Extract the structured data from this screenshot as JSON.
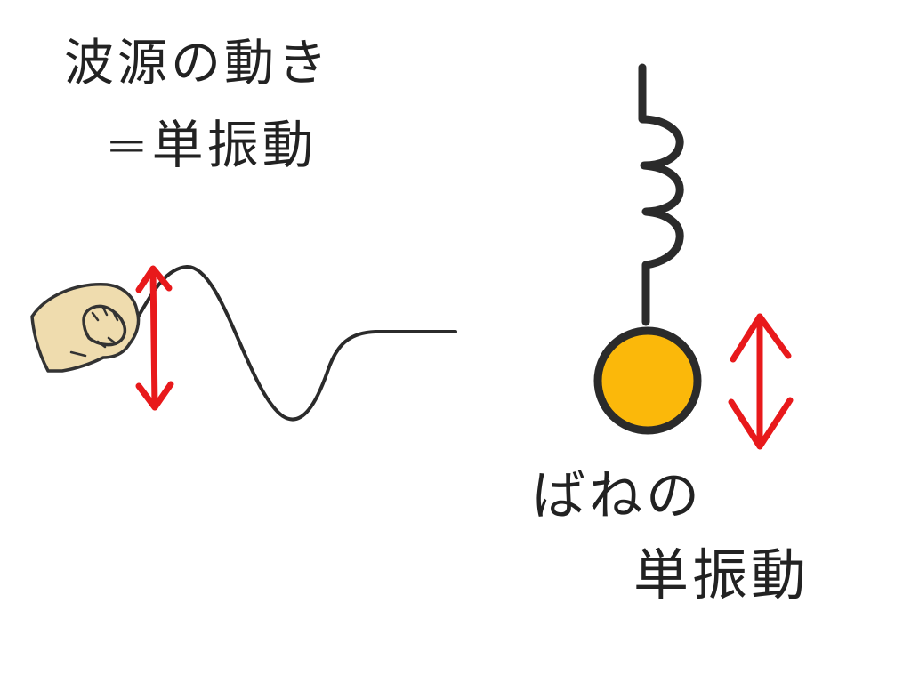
{
  "wave_section": {
    "title_line1": "波源の動き",
    "title_line2": "=単振動",
    "hand_icon": "hand-holding-rope-icon",
    "arrow_icon": "double-arrow-vertical-icon"
  },
  "spring_section": {
    "caption_line1": "ばねの",
    "caption_line2": "単振動",
    "spring_icon": "coil-spring-icon",
    "weight_icon": "hanging-weight-icon",
    "arrow_icon": "double-arrow-vertical-icon"
  },
  "colors": {
    "line": "#2b2b2b",
    "arrow": "#e8191b",
    "weight_fill": "#fbb80a",
    "hand_fill": "#efdcae"
  }
}
